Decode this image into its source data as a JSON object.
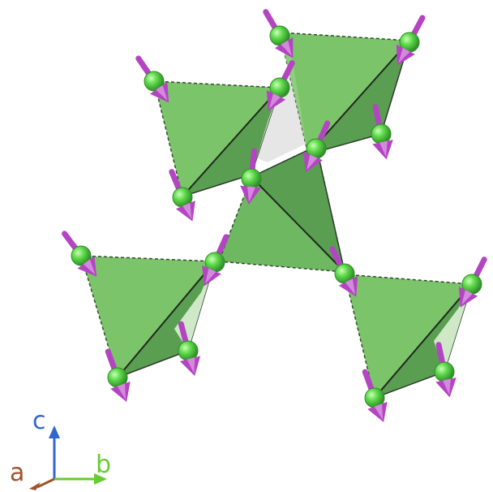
{
  "axes": {
    "a": {
      "label": "a",
      "color": "#a0522d"
    },
    "b": {
      "label": "b",
      "color": "#66cc33"
    },
    "c": {
      "label": "c",
      "color": "#3366cc"
    }
  },
  "colors": {
    "face_light": "#7cc46a",
    "face_dark": "#5fa655",
    "face_pale": "#c9e4c2",
    "edge": "#2b3b2a",
    "atom": "#5fd94a",
    "atom_edge": "#2f8f2a",
    "spin": "#b445c2",
    "spin_light": "#e2a6e9",
    "gap": "#e8e8e8"
  }
}
